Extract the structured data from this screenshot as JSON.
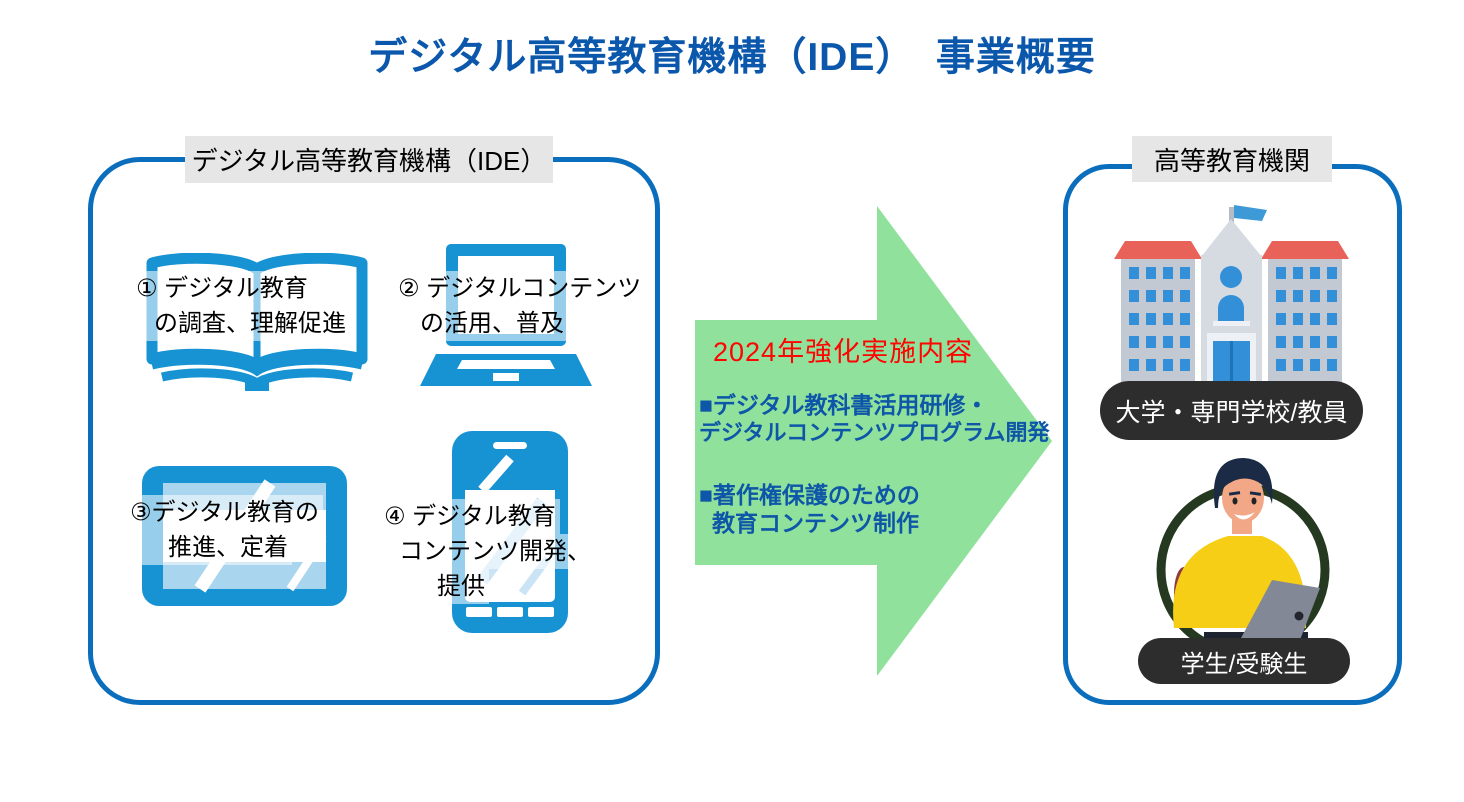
{
  "title": "デジタル高等教育機構（IDE）　事業概要",
  "left_panel": {
    "label": "デジタル高等教育機構（IDE）",
    "items": [
      {
        "icon": "book-icon",
        "lines": [
          "① デジタル教育",
          "の調査、理解促進"
        ]
      },
      {
        "icon": "laptop-icon",
        "lines": [
          "② デジタルコンテンツ",
          "の活用、普及"
        ]
      },
      {
        "icon": "tablet-icon",
        "lines": [
          "③デジタル教育の",
          "推進、定着"
        ]
      },
      {
        "icon": "smartphone-icon",
        "lines": [
          "④ デジタル教育",
          "コンテンツ開発、",
          "提供"
        ]
      }
    ]
  },
  "arrow": {
    "heading": "2024年強化実施内容",
    "bullets": [
      {
        "lines": [
          "■デジタル教科書活用研修・",
          "デジタルコンテンツプログラム開発"
        ]
      },
      {
        "lines": [
          "■著作権保護のための",
          "教育コンテンツ制作"
        ]
      }
    ]
  },
  "right_panel": {
    "label": "高等教育機関",
    "groups": [
      {
        "icon": "university-building-icon",
        "badge": "大学・専門学校/教員"
      },
      {
        "icon": "student-laptop-icon",
        "badge": "学生/受験生"
      }
    ]
  },
  "colors": {
    "title_blue": "#0A57AC",
    "panel_border_blue": "#0A6EBD",
    "icon_blue": "#1793D3",
    "icon_light_blue": "#A9D5EF",
    "arrow_green": "#8FE19C",
    "heading_red": "#FF0400",
    "bullet_blue": "#0E56A8",
    "badge_black": "#2D2D2D",
    "label_gray": "#E7E6E6"
  }
}
